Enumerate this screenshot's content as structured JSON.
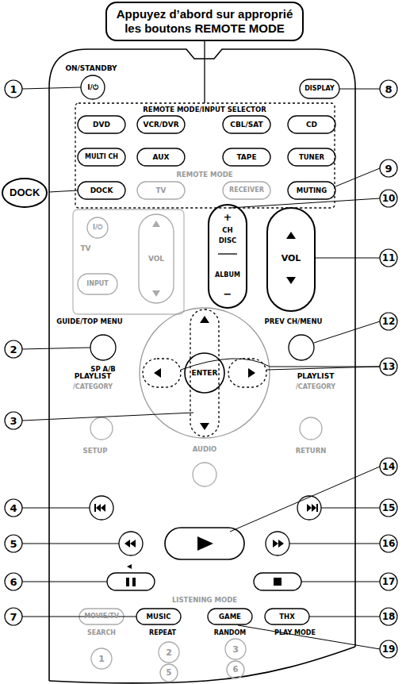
{
  "diagram": {
    "nodes": [
      {
        "text": [
          "Appuyez d’abord sur approprié les boutons REMOTE MODE"
        ]
      },
      {
        "text": [
          "DOCK"
        ]
      }
    ],
    "labels": [
      "1",
      "2",
      "3",
      "4",
      "5",
      "6",
      "7",
      "8",
      "9",
      "10",
      "11",
      "12",
      "13",
      "14",
      "15",
      "16",
      "17",
      "18",
      "19",
      "ON/STANDBY",
      "I/⏻",
      "DISPLAY",
      "REMOTE MODE/INPUT SELECTOR",
      "DVD",
      "VCR/DVR",
      "CBL/SAT",
      "CD",
      "MULTI CH",
      "AUX",
      "TAPE",
      "TUNER",
      "REMOTE MODE",
      "DOCK",
      "TV",
      "RECEIVER",
      "MUTING",
      "I/⏻",
      "TV",
      "INPUT",
      "VOL",
      "+",
      "CH",
      "DISC",
      "ALBUM",
      "−",
      "VOL",
      "GUIDE/TOP MENU",
      "SP A/B",
      "PREV CH/MENU",
      "PLAYLIST",
      "/CATEGORY",
      "ENTER",
      "PLAYLIST",
      "/CATEGORY",
      "SETUP",
      "AUDIO",
      "RETURN",
      "LISTENING MODE",
      "MOVIE/TV",
      "MUSIC",
      "GAME",
      "THX",
      "SEARCH",
      "REPEAT",
      "RANDOM",
      "PLAY MODE",
      "1",
      "2",
      "3",
      "5",
      "6"
    ]
  }
}
